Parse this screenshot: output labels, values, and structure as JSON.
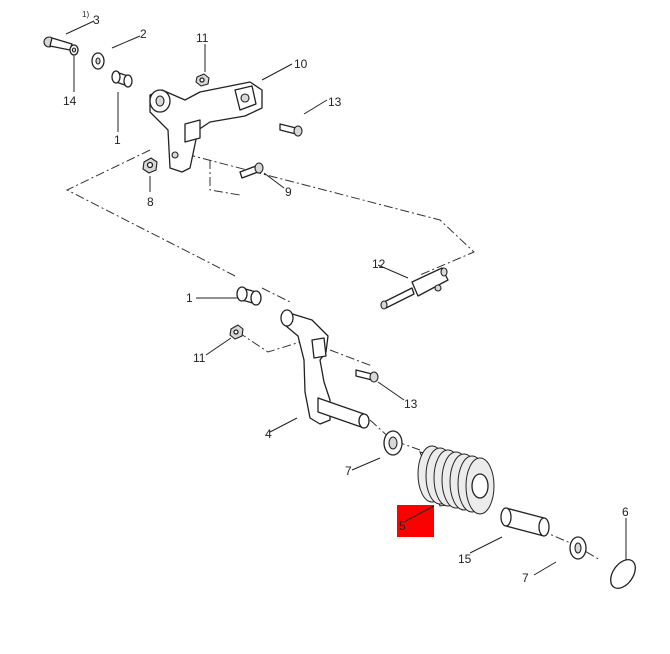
{
  "labels": {
    "p3_sup": "1)",
    "p3": "3",
    "p2": "2",
    "p14": "14",
    "p1_top": "1",
    "p11_top": "11",
    "p10": "10",
    "p13_top": "13",
    "p8": "8",
    "p9": "9",
    "p12": "12",
    "p1_mid": "1",
    "p11_mid": "11",
    "p13_mid": "13",
    "p4": "4",
    "p7_left": "7",
    "p5": "5",
    "p6": "6",
    "p15": "15",
    "p7_right": "7"
  },
  "colors": {
    "line": "#222222",
    "highlight": "#ff0000",
    "background": "#ffffff"
  }
}
